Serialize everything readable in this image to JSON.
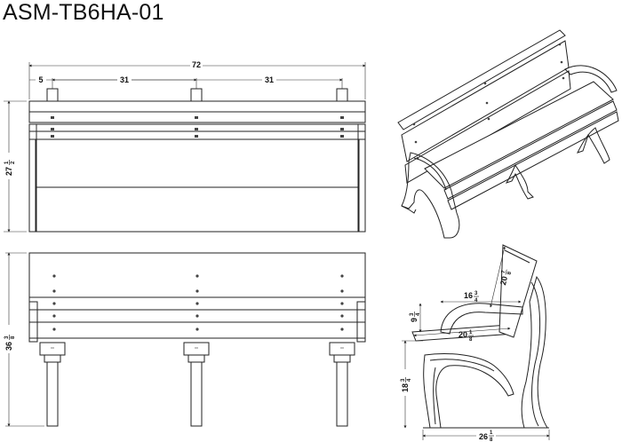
{
  "title": "ASM-TB6HA-01",
  "top_view": {
    "overall_width": "72",
    "offset": "5",
    "span_left": "31",
    "span_right": "31",
    "depth_whole": "27",
    "depth_num": "1",
    "depth_den": "2"
  },
  "front_view": {
    "height_whole": "36",
    "height_num": "3",
    "height_den": "8"
  },
  "side_view": {
    "back_whole": "20",
    "back_num": "7",
    "back_den": "8",
    "arm_len_whole": "16",
    "arm_len_num": "3",
    "arm_len_den": "4",
    "arm_h_whole": "9",
    "arm_h_num": "3",
    "arm_h_den": "4",
    "seat_depth_whole": "20",
    "seat_depth_num": "1",
    "seat_depth_den": "8",
    "seat_h_whole": "18",
    "seat_h_num": "3",
    "seat_h_den": "4",
    "base_whole": "26",
    "base_num": "1",
    "base_den": "8"
  }
}
